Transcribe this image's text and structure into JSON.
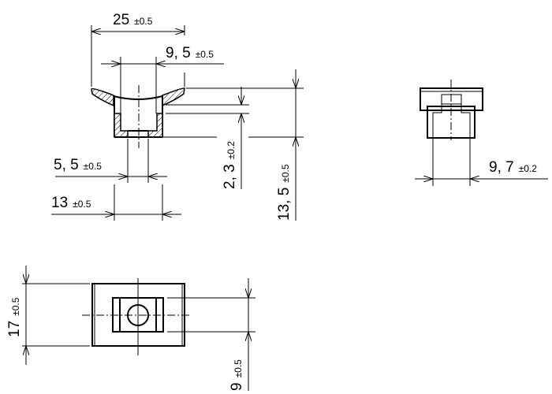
{
  "dimensions": {
    "overall_width": {
      "value": "25",
      "tol": "±0.5"
    },
    "inner_width": {
      "value": "9, 5",
      "tol": "±0.5"
    },
    "hole_width": {
      "value": "5, 5",
      "tol": "±0.5"
    },
    "base_width": {
      "value": "13",
      "tol": "±0.5"
    },
    "step_height": {
      "value": "2, 3",
      "tol": "±0.2"
    },
    "overall_height": {
      "value": "13, 5",
      "tol": "±0.5"
    },
    "side_width": {
      "value": "9, 7",
      "tol": "±0.2"
    },
    "top_depth": {
      "value": "17",
      "tol": "±0.5"
    },
    "slot_depth": {
      "value": "9",
      "tol": "±0.5"
    }
  }
}
